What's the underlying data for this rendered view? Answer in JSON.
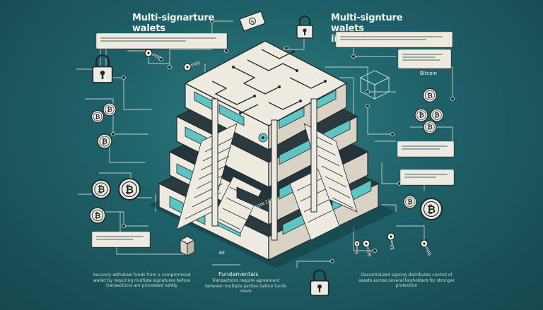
{
  "titles": {
    "left": "Multi-signarture walets\nin cryptocurrency",
    "right": "Multi-signture walets\nin cryptocurrency"
  },
  "labels": {
    "bitcoin_tag": "Bitcoin",
    "tower_label": "BITCOIN ZAR",
    "floor_label": "Bit"
  },
  "bottom_titles": {
    "center": "Fundamentals"
  },
  "captions": {
    "left": "Securely withdraw funds from a compromised wallet by requiring multiple signatures before transactions are processed safely",
    "center": "Transactions require agreement between multiple parties before funds move",
    "right": "Decentralized signing distributes control of assets across several keyholders for stronger protection"
  },
  "icons": [
    "padlock-icon",
    "key-icon",
    "bitcoin-coin-icon",
    "money-bill-icon",
    "cube-icon"
  ],
  "colors": {
    "background": "#1f6068",
    "cream": "#efeadf",
    "teal": "#5fc4c4",
    "dark": "#1d2b30"
  }
}
